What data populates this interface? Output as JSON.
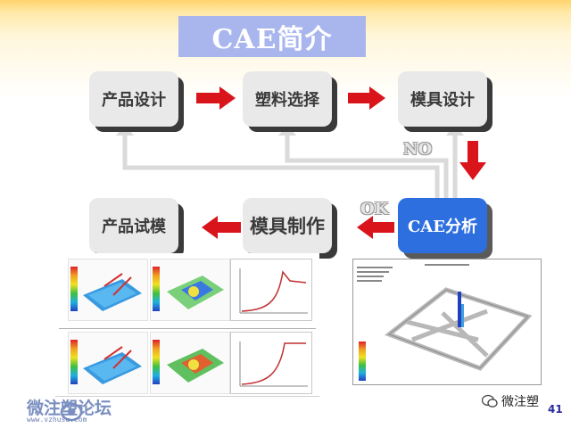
{
  "title": "CAE简介",
  "nodes": {
    "product_design": "产品设计",
    "plastic_selection": "塑料选择",
    "mold_design": "模具设计",
    "cae_analysis": "CAE分析",
    "mold_making": "模具制作",
    "product_trial": "产品试模"
  },
  "labels": {
    "no": "NO",
    "ok": "OK"
  },
  "footer": {
    "site_name": "微注塑论坛",
    "site_url": "www.vzhusu.com",
    "wechat_name": "微注塑",
    "page_number": "41"
  },
  "colors": {
    "title_bg": "#a9b6ee",
    "cae_node": "#2e6fe0",
    "arrow_red": "#d9141b",
    "feedback_gray": "#d9d9d9"
  }
}
